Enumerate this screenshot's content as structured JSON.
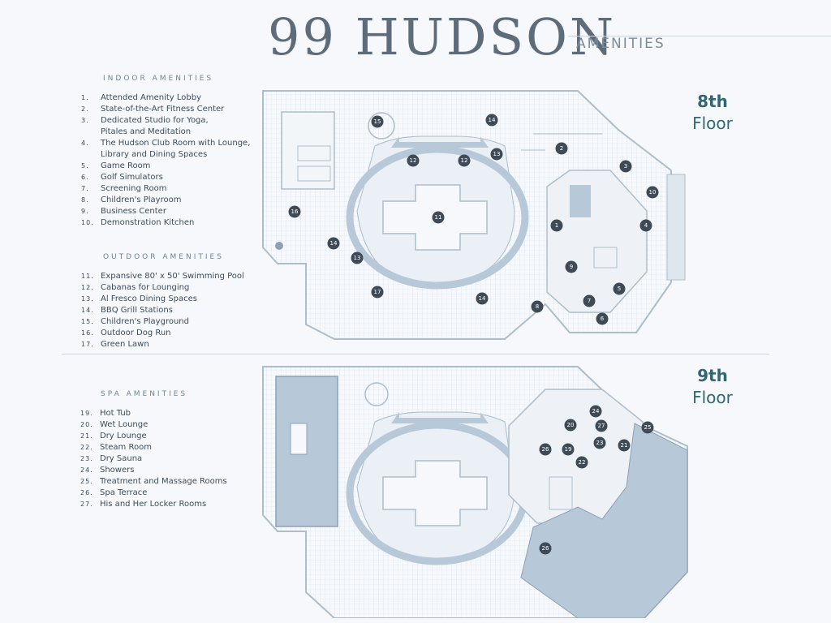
{
  "header": {
    "title": "99 HUDSON",
    "subtitle": "AMENITIES"
  },
  "indoor": {
    "heading": "INDOOR AMENITIES",
    "items": [
      {
        "num": "1.",
        "label": "Attended Amenity Lobby"
      },
      {
        "num": "2.",
        "label": "State-of-the-Art Fitness Center"
      },
      {
        "num": "3.",
        "label": "Dedicated Studio for Yoga,"
      },
      {
        "num": "",
        "label": "Pitales and Meditation"
      },
      {
        "num": "4.",
        "label": "The Hudson Club Room with Lounge,"
      },
      {
        "num": "",
        "label": "Library and Dining Spaces"
      },
      {
        "num": "5.",
        "label": "Game Room"
      },
      {
        "num": "6.",
        "label": "Golf Simulators"
      },
      {
        "num": "7.",
        "label": "Screening Room"
      },
      {
        "num": "8.",
        "label": "Children's Playroom"
      },
      {
        "num": "9.",
        "label": "Business Center"
      },
      {
        "num": "10.",
        "label": "Demonstration Kitchen"
      }
    ]
  },
  "outdoor": {
    "heading": "OUTDOOR AMENITIES",
    "items": [
      {
        "num": "11.",
        "label": "Expansive 80' x 50' Swimming Pool"
      },
      {
        "num": "12.",
        "label": "Cabanas for Lounging"
      },
      {
        "num": "13.",
        "label": "Al Fresco Dining Spaces"
      },
      {
        "num": "14.",
        "label": "BBQ Grill Stations"
      },
      {
        "num": "15.",
        "label": "Children's Playground"
      },
      {
        "num": "16.",
        "label": "Outdoor Dog Run"
      },
      {
        "num": "17.",
        "label": "Green Lawn"
      }
    ]
  },
  "spa": {
    "heading": "SPA AMENITIES",
    "items": [
      {
        "num": "19.",
        "label": "Hot Tub"
      },
      {
        "num": "20.",
        "label": "Wet Lounge"
      },
      {
        "num": "21.",
        "label": "Dry Lounge"
      },
      {
        "num": "22.",
        "label": "Steam Room"
      },
      {
        "num": "23.",
        "label": "Dry Sauna"
      },
      {
        "num": "24.",
        "label": "Showers"
      },
      {
        "num": "25.",
        "label": "Treatment and Massage Rooms"
      },
      {
        "num": "26.",
        "label": "Spa Terrace"
      },
      {
        "num": "27.",
        "label": "His and Her Locker Rooms"
      }
    ]
  },
  "floor8": {
    "line1": "8th",
    "line2": "Floor"
  },
  "floor9": {
    "line1": "9th",
    "line2": "Floor"
  },
  "plan8_markers": [
    "1",
    "2",
    "3",
    "4",
    "5",
    "6",
    "7",
    "8",
    "9",
    "10",
    "11",
    "12",
    "12",
    "13",
    "13",
    "14",
    "14",
    "14",
    "15",
    "16",
    "17"
  ],
  "plan9_markers": [
    "19",
    "20",
    "21",
    "22",
    "23",
    "24",
    "25",
    "26",
    "26",
    "27"
  ],
  "colors": {
    "accent": "#2f6874",
    "plan_fill": "#b7c8d8",
    "plan_line": "#aebdca",
    "marker": "#3e4a56"
  }
}
